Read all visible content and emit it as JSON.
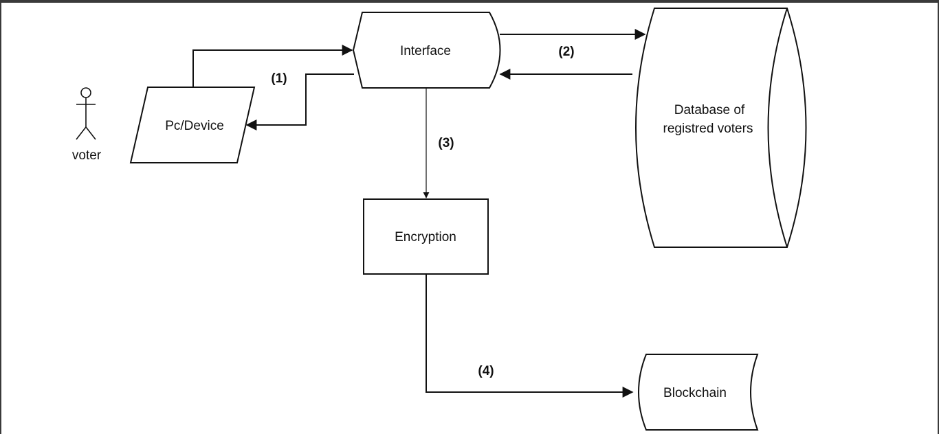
{
  "diagram": {
    "nodes": {
      "voter": "voter",
      "device": "Pc/Device",
      "interface": "Interface",
      "database_line1": "Database of",
      "database_line2": "registred voters",
      "encryption": "Encryption",
      "blockchain": "Blockchain"
    },
    "edges": {
      "e1": "(1)",
      "e2": "(2)",
      "e3": "(3)",
      "e4": "(4)"
    }
  }
}
